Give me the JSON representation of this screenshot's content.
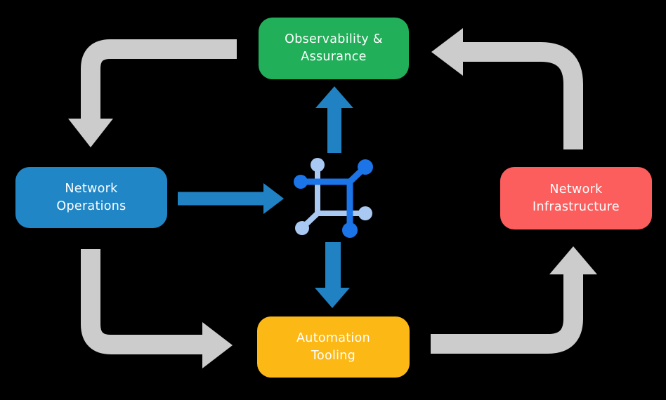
{
  "diagram": {
    "title": "",
    "background_color": "#000000",
    "boxes": [
      {
        "id": "observability-assurance",
        "lines": [
          "Observability &",
          "Assurance"
        ],
        "label": "Observability & Assurance",
        "color": "#21af59",
        "text_color": "#ffffff"
      },
      {
        "id": "network-operations",
        "lines": [
          "Network",
          "Operations"
        ],
        "label": "Network Operations",
        "color": "#2086c6",
        "text_color": "#ffffff"
      },
      {
        "id": "network-infrastructure",
        "lines": [
          "Network",
          "Infrastructure"
        ],
        "label": "Network Infrastructure",
        "color": "#fc5d5d",
        "text_color": "#ffffff"
      },
      {
        "id": "automation-tooling",
        "lines": [
          "Automation",
          "Tooling"
        ],
        "label": "Automation Tooling",
        "color": "#fcb814",
        "text_color": "#ffffff"
      }
    ],
    "center_icon": {
      "name": "network-platform-icon",
      "dark_color": "#1b74e8",
      "light_color": "#a9c9f3"
    },
    "cycle_arrows": {
      "color": "#cccccc",
      "connections": [
        {
          "from": "Observability & Assurance",
          "to": "Network Operations"
        },
        {
          "from": "Network Operations",
          "to": "Automation Tooling"
        },
        {
          "from": "Automation Tooling",
          "to": "Network Infrastructure"
        },
        {
          "from": "Network Infrastructure",
          "to": "Observability & Assurance"
        }
      ]
    },
    "flow_arrows": {
      "color": "#2082c3",
      "connections": [
        {
          "from": "Network Operations",
          "to": "center icon"
        },
        {
          "from": "center icon",
          "to": "Observability & Assurance"
        },
        {
          "from": "center icon",
          "to": "Automation Tooling"
        }
      ]
    }
  }
}
